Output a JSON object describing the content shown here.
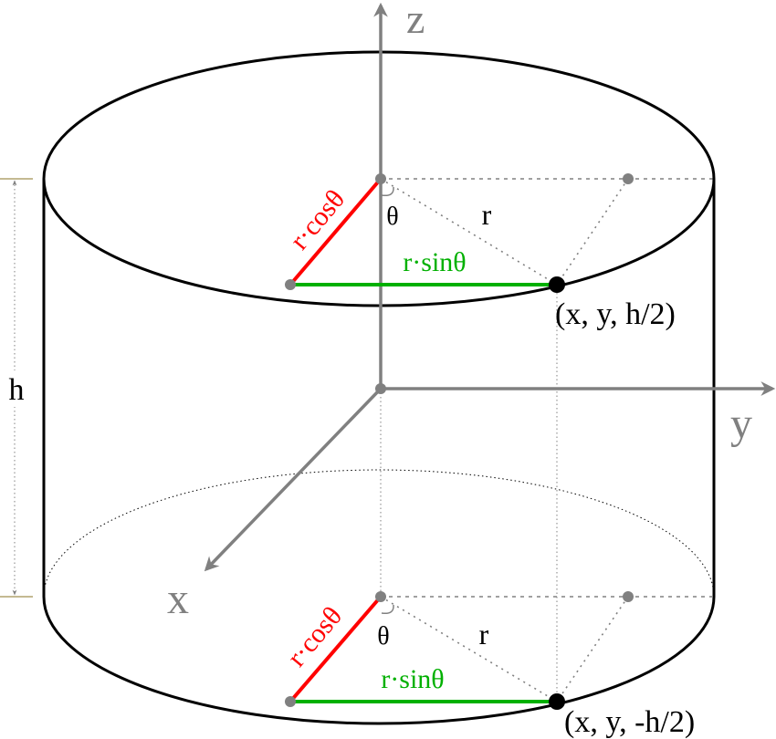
{
  "axes": {
    "z_label": "z",
    "y_label": "y",
    "x_label": "x"
  },
  "height_label": "h",
  "top": {
    "cos_label": "r·cosθ",
    "sin_label": "r·sinθ",
    "theta_label": "θ",
    "radius_label": "r",
    "point_label": "(x, y, h/2)"
  },
  "bottom": {
    "cos_label": "r·cosθ",
    "sin_label": "r·sinθ",
    "theta_label": "θ",
    "radius_label": "r",
    "point_label": "(x, y, -h/2)"
  },
  "colors": {
    "axis": "#808080",
    "cylinder": "#000000",
    "cos": "#ff0000",
    "sin": "#00b000",
    "dimension": "#a09050"
  }
}
